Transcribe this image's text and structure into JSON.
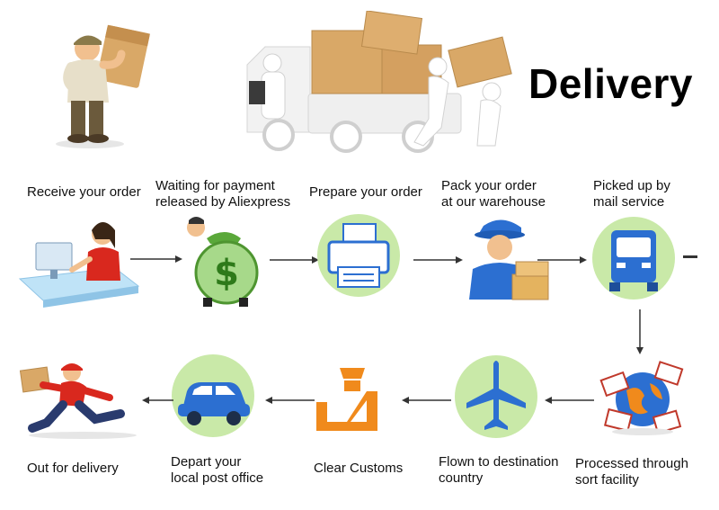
{
  "title": "Delivery",
  "subtitle": "",
  "steps": [
    {
      "label": "Receive your order"
    },
    {
      "label": "Waiting for payment\nreleased by Aliexpress"
    },
    {
      "label": "Prepare your order"
    },
    {
      "label": "Pack your order\nat our warehouse"
    },
    {
      "label": "Picked up by\nmail service"
    },
    {
      "label": "Processed through\nsort facility"
    },
    {
      "label": "Flown to destination\ncountry"
    },
    {
      "label": "Clear Customs"
    },
    {
      "label": "Depart your\nlocal post office"
    },
    {
      "label": "Out for delivery"
    }
  ],
  "icons": {
    "hero_left": "delivery-man-carrying-box",
    "hero_truck": "truck-with-boxes-and-workers",
    "s1": "woman-at-computer",
    "s2": "money-bag-dollar",
    "s3": "printer",
    "s4": "warehouse-worker-with-boxes",
    "s5": "delivery-truck",
    "s6": "globe-with-envelopes",
    "s7": "airplane",
    "s8": "customs-officer",
    "s9": "car",
    "s10": "running-courier"
  },
  "colors": {
    "green_circle": "#c9e9a8",
    "blue": "#2c6fd1",
    "orange": "#f08a1c",
    "box": "#d9a867"
  }
}
